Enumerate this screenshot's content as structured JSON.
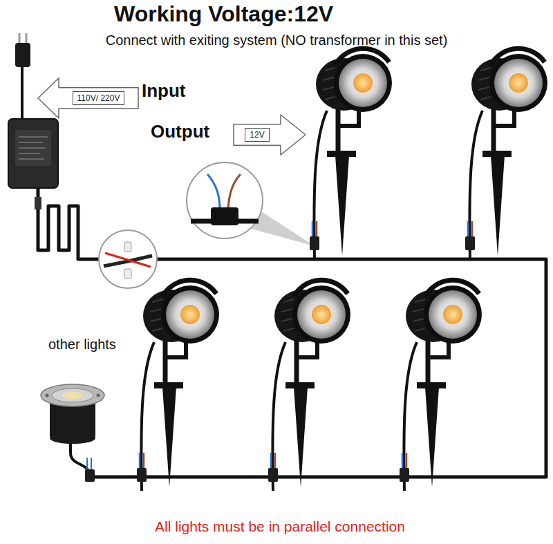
{
  "diagram": {
    "title": "Working Voltage:12V",
    "caption": "All lights must be in parallel connection",
    "nodes": [
      {
        "text": [
          "110V/ 220V"
        ]
      },
      {
        "text": [
          "12V"
        ]
      }
    ],
    "labels": [
      "Connect with exiting system (NO transformer in this set)",
      "Input",
      "Output",
      "other lights"
    ]
  }
}
